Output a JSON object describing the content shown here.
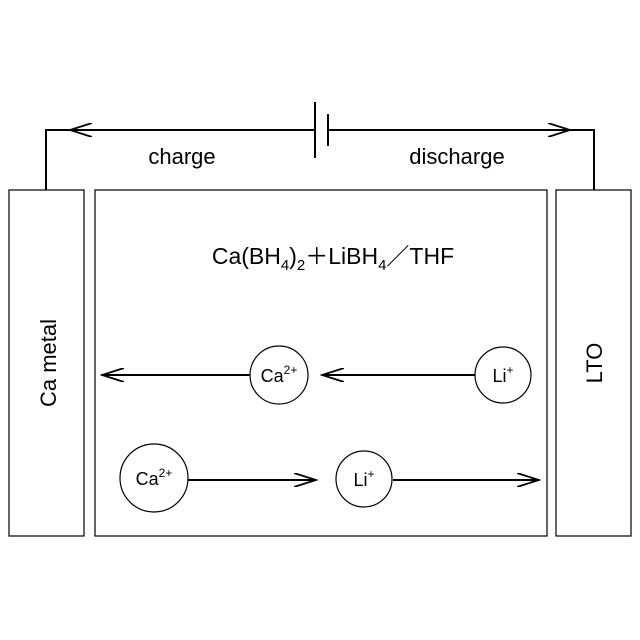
{
  "labels": {
    "charge": "charge",
    "discharge": "discharge",
    "anode": "Ca metal",
    "cathode": "LTO",
    "electrolyte": {
      "part1": "Ca(BH",
      "sub1": "4",
      "part2": ")",
      "sub2": "2",
      "part3": "＋LiBH",
      "sub3": "4",
      "part4": "／THF"
    }
  },
  "ions": {
    "ca_base": "Ca",
    "ca_charge": "2+",
    "li_base": "Li",
    "li_charge": "+"
  },
  "colors": {
    "stroke": "#000000",
    "fill": "#ffffff"
  }
}
